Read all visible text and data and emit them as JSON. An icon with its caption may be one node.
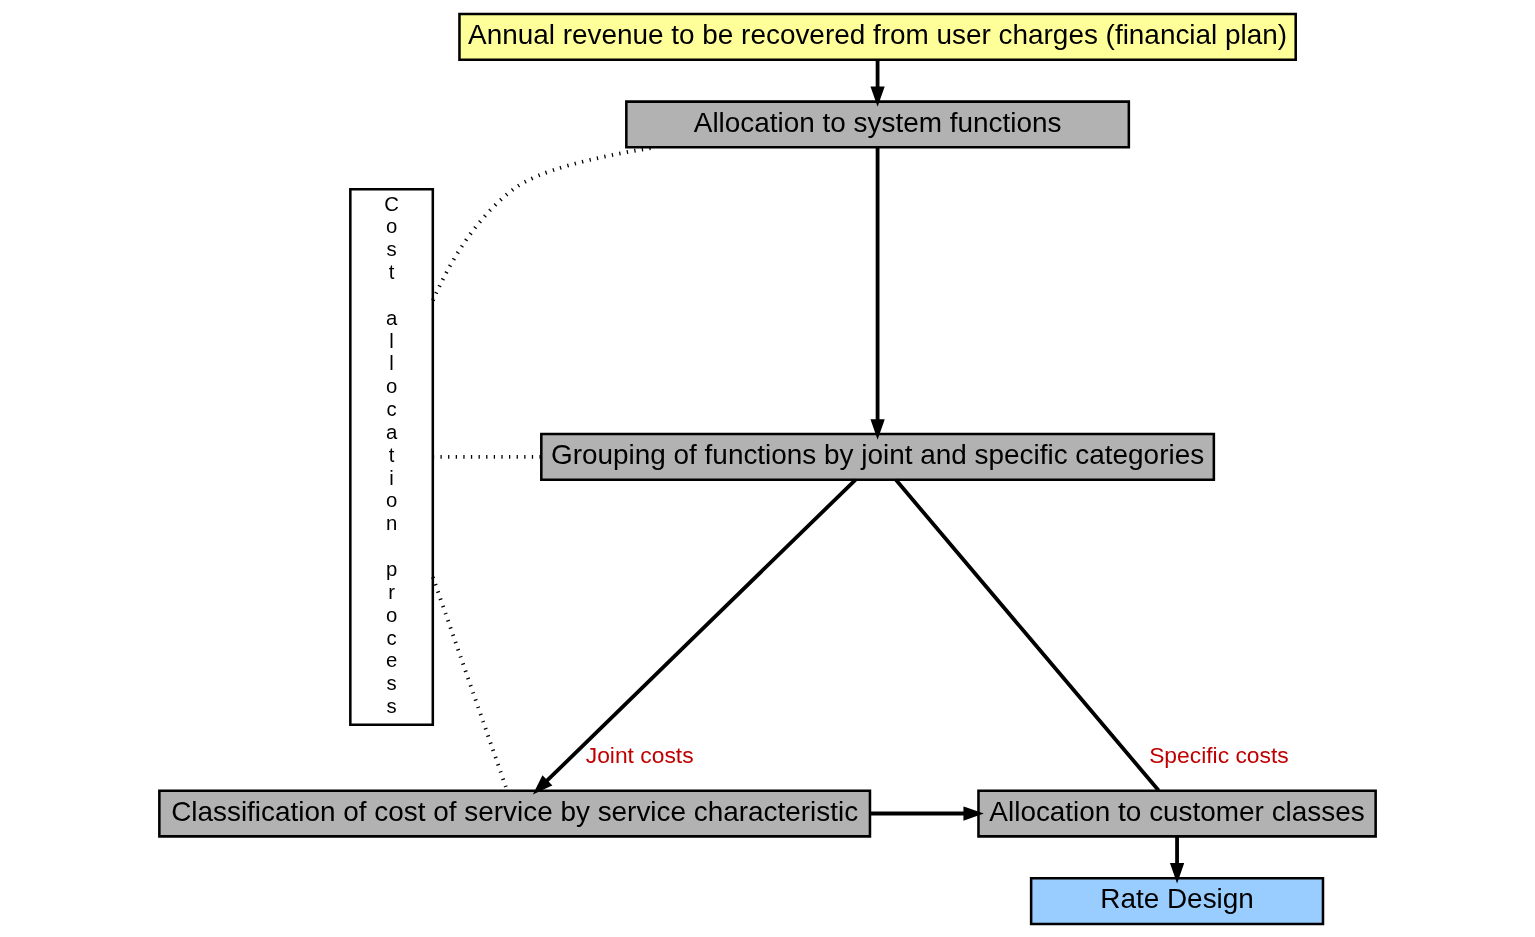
{
  "diagram": {
    "nodes": [
      {
        "text": [
          "Annual revenue to be recovered from user charges (financial plan)"
        ]
      },
      {
        "text": [
          "Allocation to system functions"
        ]
      },
      {
        "text": [
          "Grouping of functions by joint and specific categories"
        ]
      },
      {
        "text": [
          "Classification of cost of service by service characteristic"
        ]
      },
      {
        "text": [
          "Allocation to customer classes"
        ]
      },
      {
        "text": [
          "Rate Design"
        ]
      },
      {
        "text": [
          "Cost allocation process"
        ]
      }
    ],
    "edges": [
      {
        "from": 0,
        "to": 1,
        "arrow": "to"
      },
      {
        "from": 1,
        "to": 2,
        "arrow": "to"
      },
      {
        "from": 2,
        "to": 3,
        "arrow": "to",
        "label": "Joint costs"
      },
      {
        "from": 2,
        "to": 4,
        "arrow": "none",
        "label": "Specific costs"
      },
      {
        "from": 3,
        "to": 4,
        "arrow": "to"
      },
      {
        "from": 4,
        "to": 5,
        "arrow": "to"
      },
      {
        "from": 6,
        "to": 1,
        "arrow": "none",
        "style": "dashed"
      },
      {
        "from": 6,
        "to": 2,
        "arrow": "none",
        "style": "dashed"
      },
      {
        "from": 6,
        "to": 3,
        "arrow": "none",
        "style": "dashed"
      }
    ]
  }
}
